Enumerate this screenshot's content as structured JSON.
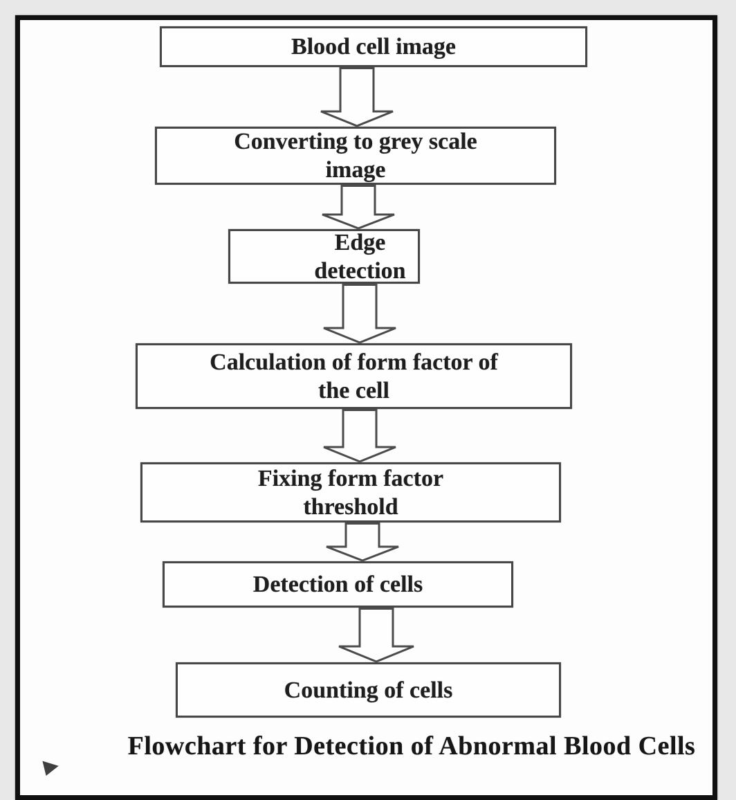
{
  "diagram": {
    "type": "flowchart",
    "caption": "Flowchart for Detection of Abnormal Blood Cells",
    "nodes": [
      {
        "id": "blood-cell-image",
        "lines": [
          "Blood cell image"
        ]
      },
      {
        "id": "convert-greyscale",
        "lines": [
          "Converting to grey scale",
          "image"
        ]
      },
      {
        "id": "edge-detection",
        "lines": [
          "Edge",
          "detection"
        ]
      },
      {
        "id": "form-factor-calculation",
        "lines": [
          "Calculation of form factor of",
          "the cell"
        ]
      },
      {
        "id": "form-factor-threshold",
        "lines": [
          "Fixing form factor",
          "threshold"
        ]
      },
      {
        "id": "detection-of-cells",
        "lines": [
          "Detection of cells"
        ]
      },
      {
        "id": "counting-of-cells",
        "lines": [
          "Counting of cells"
        ]
      }
    ],
    "connections": [
      [
        "blood-cell-image",
        "convert-greyscale"
      ],
      [
        "convert-greyscale",
        "edge-detection"
      ],
      [
        "edge-detection",
        "form-factor-calculation"
      ],
      [
        "form-factor-calculation",
        "form-factor-threshold"
      ],
      [
        "form-factor-threshold",
        "detection-of-cells"
      ],
      [
        "detection-of-cells",
        "counting-of-cells"
      ]
    ],
    "colors": {
      "frame_border": "#101010",
      "node_border": "#474747",
      "arrow_outline": "#4b4b4b",
      "text": "#1e1e1e",
      "page_background": "#e8e8e8",
      "panel_background": "#fdfdfd"
    }
  }
}
